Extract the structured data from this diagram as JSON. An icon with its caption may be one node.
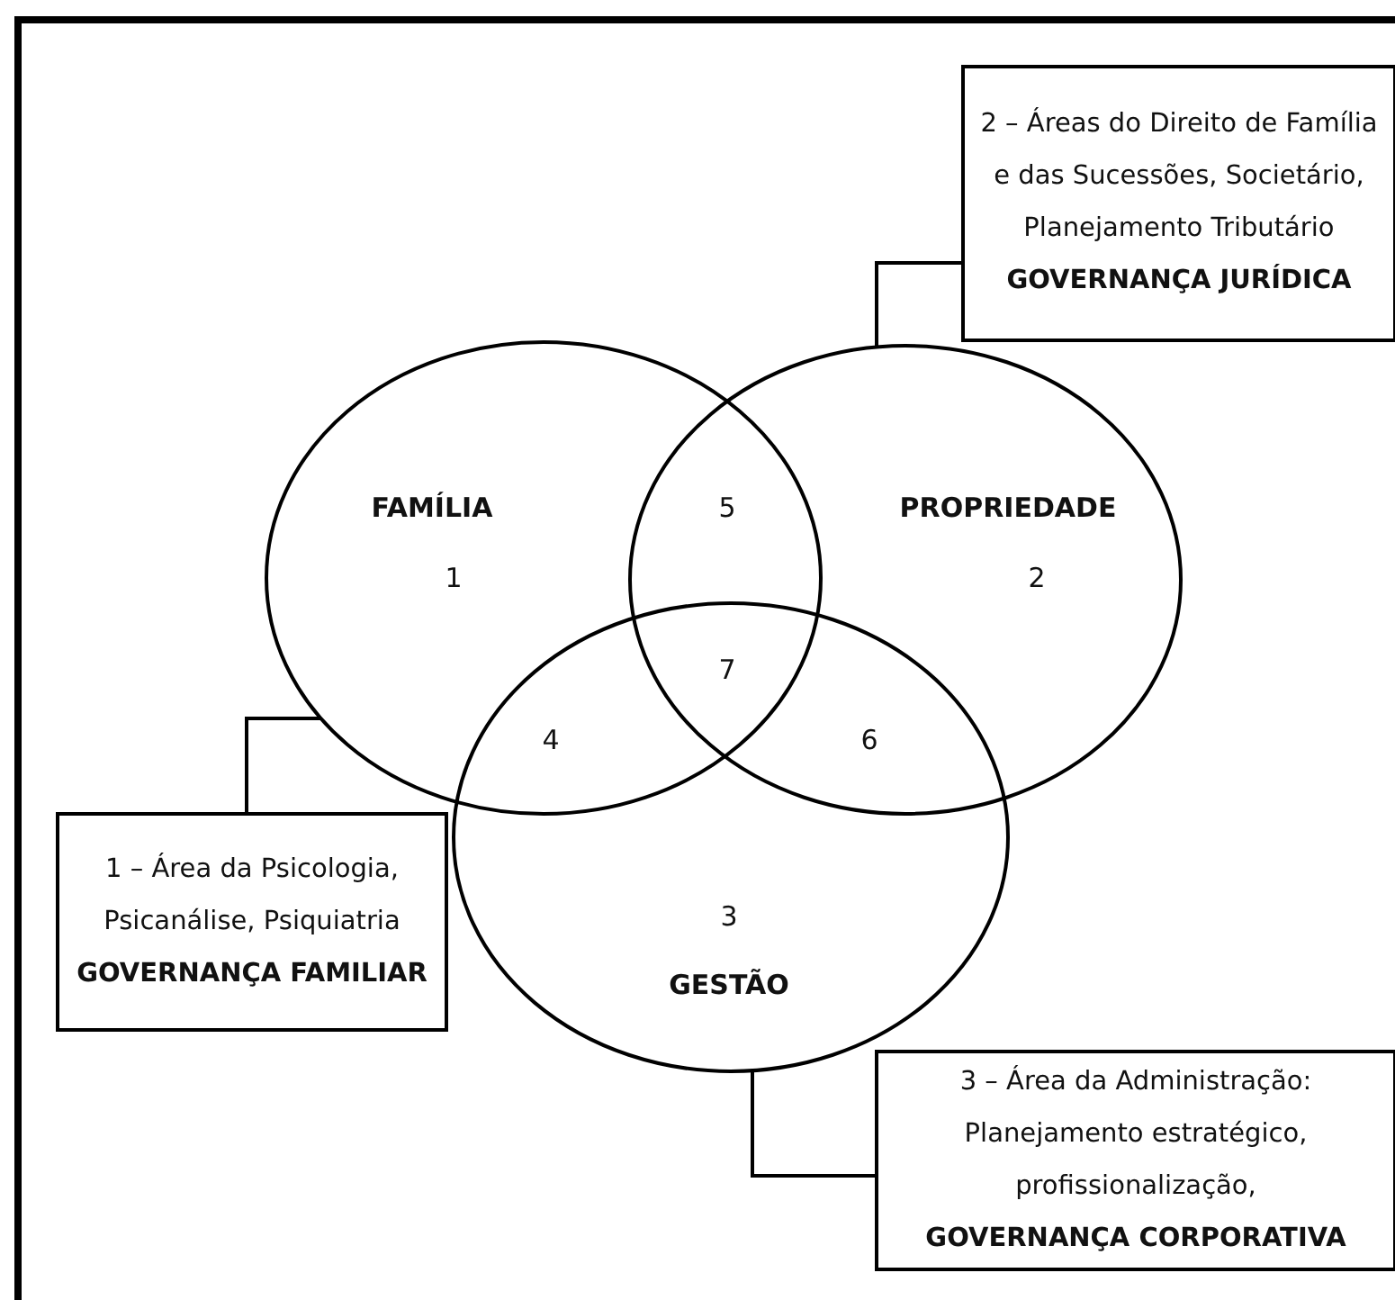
{
  "diagram": {
    "nodes": [
      {
        "text": [
          "2 – Áreas do Direito de Família e das Sucessões, Societário, Planejamento Tributário",
          "GOVERNANÇA JURÍDICA"
        ]
      },
      {
        "text": [
          "FAMÍLIA",
          "1"
        ]
      },
      {
        "text": [
          "PROPRIEDADE",
          "2"
        ]
      },
      {
        "text": [
          "1 – Área da Psicologia, Psicanálise, Psiquiatria",
          "GOVERNANÇA FAMILIAR"
        ]
      },
      {
        "text": [
          "3",
          "GESTÃO"
        ]
      },
      {
        "text": [
          "3 – Área da Administração: Planejamento estratégico, profissionalização,",
          "GOVERNANÇA CORPORATIVA"
        ]
      }
    ],
    "edges": [
      {
        "from": 0,
        "to": 2,
        "arrow": "none"
      },
      {
        "from": 3,
        "to": 1,
        "arrow": "none"
      },
      {
        "from": 5,
        "to": 4,
        "arrow": "none"
      }
    ],
    "labels": [
      "5",
      "7",
      "4",
      "6"
    ]
  }
}
